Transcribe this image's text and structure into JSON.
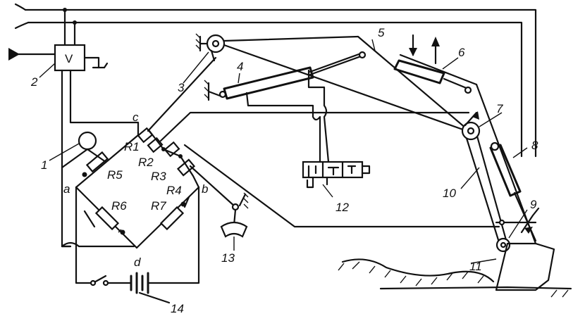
{
  "amplifier_label": "V",
  "numbers": {
    "n1": "1",
    "n2": "2",
    "n3": "3",
    "n4": "4",
    "n5": "5",
    "n6": "6",
    "n7": "7",
    "n8": "8",
    "n9": "9",
    "n10": "10",
    "n11": "11",
    "n12": "12",
    "n13": "13",
    "n14": "14"
  },
  "resistors": {
    "r1": "R1",
    "r2": "R2",
    "r3": "R3",
    "r4": "R4",
    "r5": "R5",
    "r6": "R6",
    "r7": "R7"
  },
  "nodes": {
    "a": "a",
    "b": "b",
    "c": "c",
    "d": "d"
  }
}
